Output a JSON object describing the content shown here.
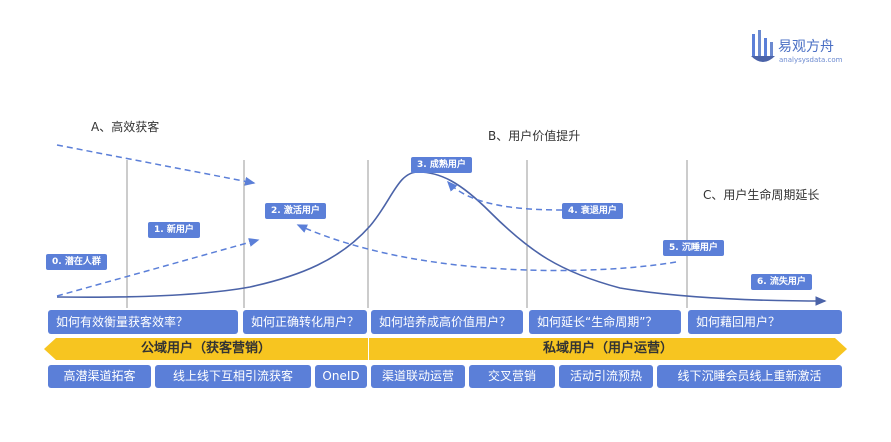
{
  "logo": {
    "name": "易观方舟",
    "site": "analysysdata.com"
  },
  "sections": {
    "a": "A、高效获客",
    "b": "B、用户价值提升",
    "c": "C、用户生命周期延长"
  },
  "stages": [
    "0. 潜在人群",
    "1. 新用户",
    "2. 激活用户",
    "3. 成熟用户",
    "4. 衰退用户",
    "5. 沉睡用户",
    "6. 流失用户"
  ],
  "questions": [
    "如何有效衡量获客效率？",
    "如何正确转化用户？",
    "如何培养成高价值用户？",
    "如何延长“生命周期”？",
    "如何藉回用户？"
  ],
  "bands": {
    "public": "公域用户（获客营销）",
    "private": "私域用户（用户运营）"
  },
  "tactics": [
    "高潜渠道拓客",
    "线上线下互相引流获客",
    "OneID",
    "渠道联动运营",
    "交叉营销",
    "活动引流预热",
    "线下沉睡会员线上重新激活"
  ],
  "colors": {
    "accent": "#5b7fd8",
    "curve": "#4b63a8",
    "band": "#f7c520"
  }
}
